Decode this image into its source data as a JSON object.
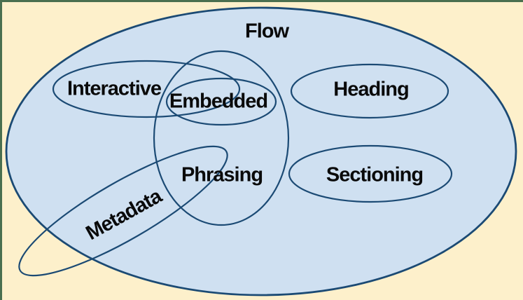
{
  "diagram": {
    "type": "euler-diagram",
    "subject": "HTML content categories venn diagram",
    "labels": {
      "flow": "Flow",
      "interactive": "Interactive",
      "embedded": "Embedded",
      "heading": "Heading",
      "phrasing": "Phrasing",
      "sectioning": "Sectioning",
      "metadata": "Metadata"
    },
    "colors": {
      "canvas_background": "#fdf0cb",
      "canvas_border": "#4a6f4f",
      "set_fill": "#cfe0f1",
      "set_stroke": "#1b4a74",
      "label_text": "#0a0a0a"
    }
  }
}
